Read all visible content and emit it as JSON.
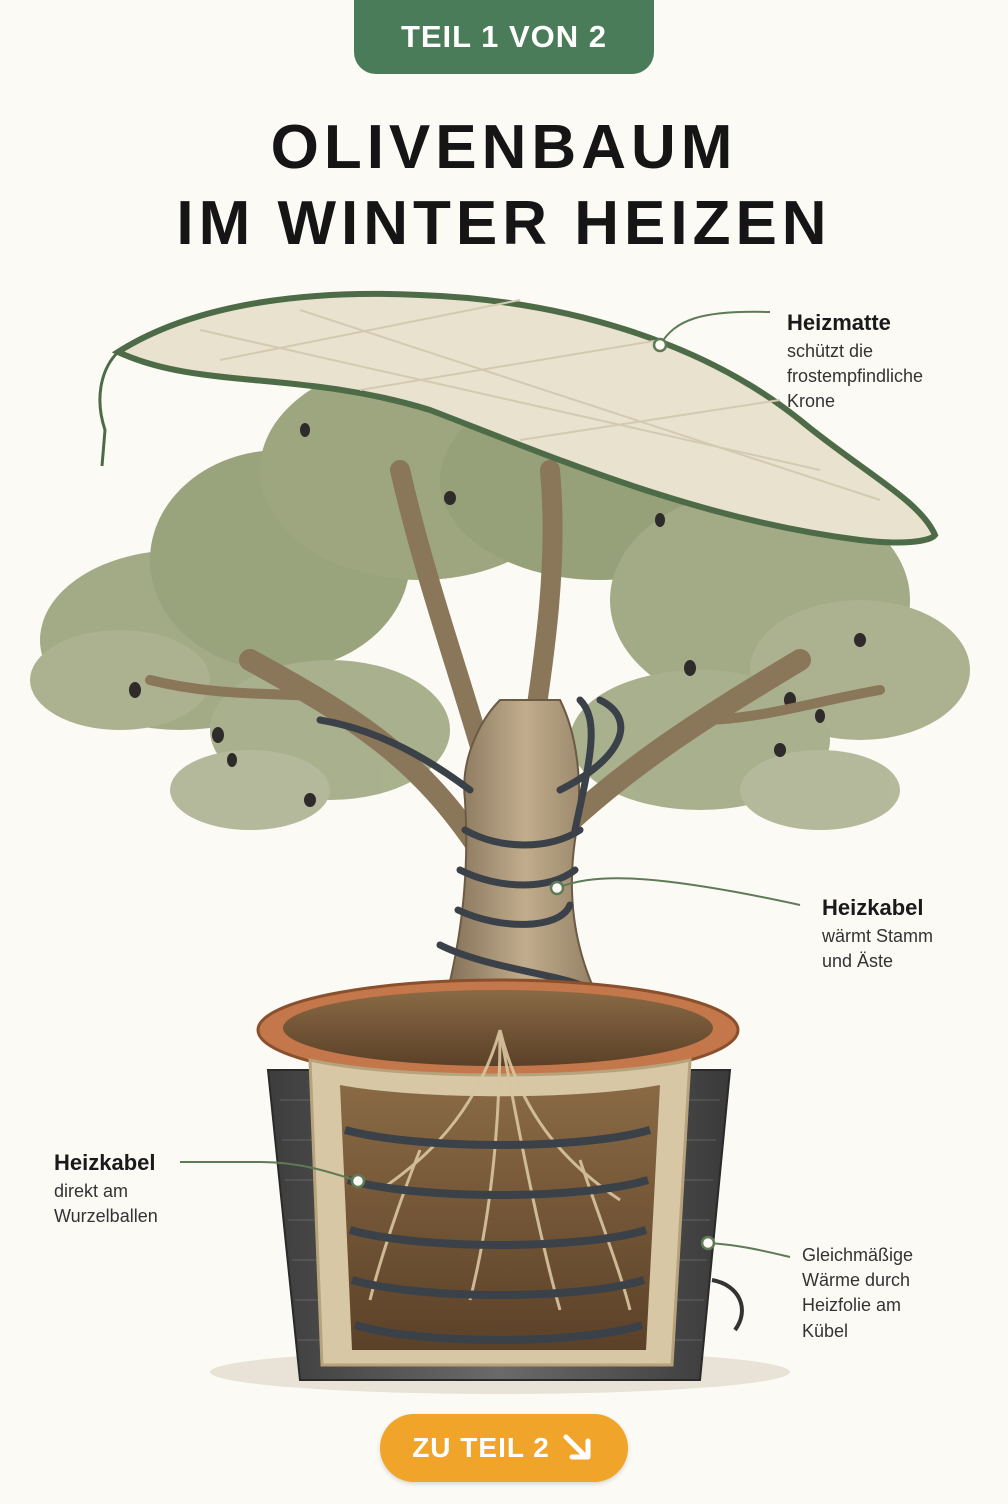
{
  "badge": {
    "label": "TEIL 1 VON 2"
  },
  "title": {
    "line1": "OLIVENBAUM",
    "line2": "IM WINTER HEIZEN"
  },
  "labels": {
    "heizmatte": {
      "heading": "Heizmatte",
      "text": "schützt die\nfrostempfindliche\nKrone"
    },
    "heizkabel_stamm": {
      "heading": "Heizkabel",
      "text": "wärmt Stamm\nund Äste"
    },
    "heizkabel_wurzel": {
      "heading": "Heizkabel",
      "text": "direkt am\nWurzelballen"
    },
    "heizfolie": {
      "text": "Gleichmäßige\nWärme durch\nHeizfolie am\nKübel"
    }
  },
  "cta": {
    "label": "ZU TEIL 2"
  },
  "colors": {
    "accent_green": "#4a7c59",
    "cta_orange": "#f0a42a",
    "background": "#fbfaf5"
  },
  "icons": {
    "cta_icon": "arrow-down-right-icon"
  }
}
